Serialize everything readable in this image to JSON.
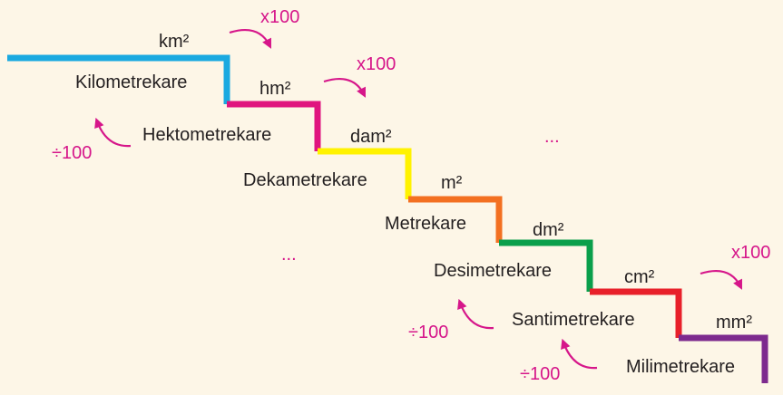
{
  "colors": {
    "background": "#fdf6e7",
    "operator": "#d6168a",
    "steps": [
      "#1aa9e0",
      "#e0157f",
      "#fff200",
      "#f37021",
      "#0a9f4b",
      "#e8202a",
      "#7d2a8e"
    ]
  },
  "units": [
    {
      "symbol": "km²",
      "name": "Kilometrekare"
    },
    {
      "symbol": "hm²",
      "name": "Hektometrekare"
    },
    {
      "symbol": "dam²",
      "name": "Dekametrekare"
    },
    {
      "symbol": "m²",
      "name": "Metrekare"
    },
    {
      "symbol": "dm²",
      "name": "Desimetrekare"
    },
    {
      "symbol": "cm²",
      "name": "Santimetrekare"
    },
    {
      "symbol": "mm²",
      "name": "Milimetrekare"
    }
  ],
  "operators": {
    "multiply": [
      "x100",
      "x100",
      "x100"
    ],
    "divide": [
      "÷100",
      "÷100",
      "÷100"
    ],
    "ellipsis": [
      "...",
      "..."
    ]
  }
}
